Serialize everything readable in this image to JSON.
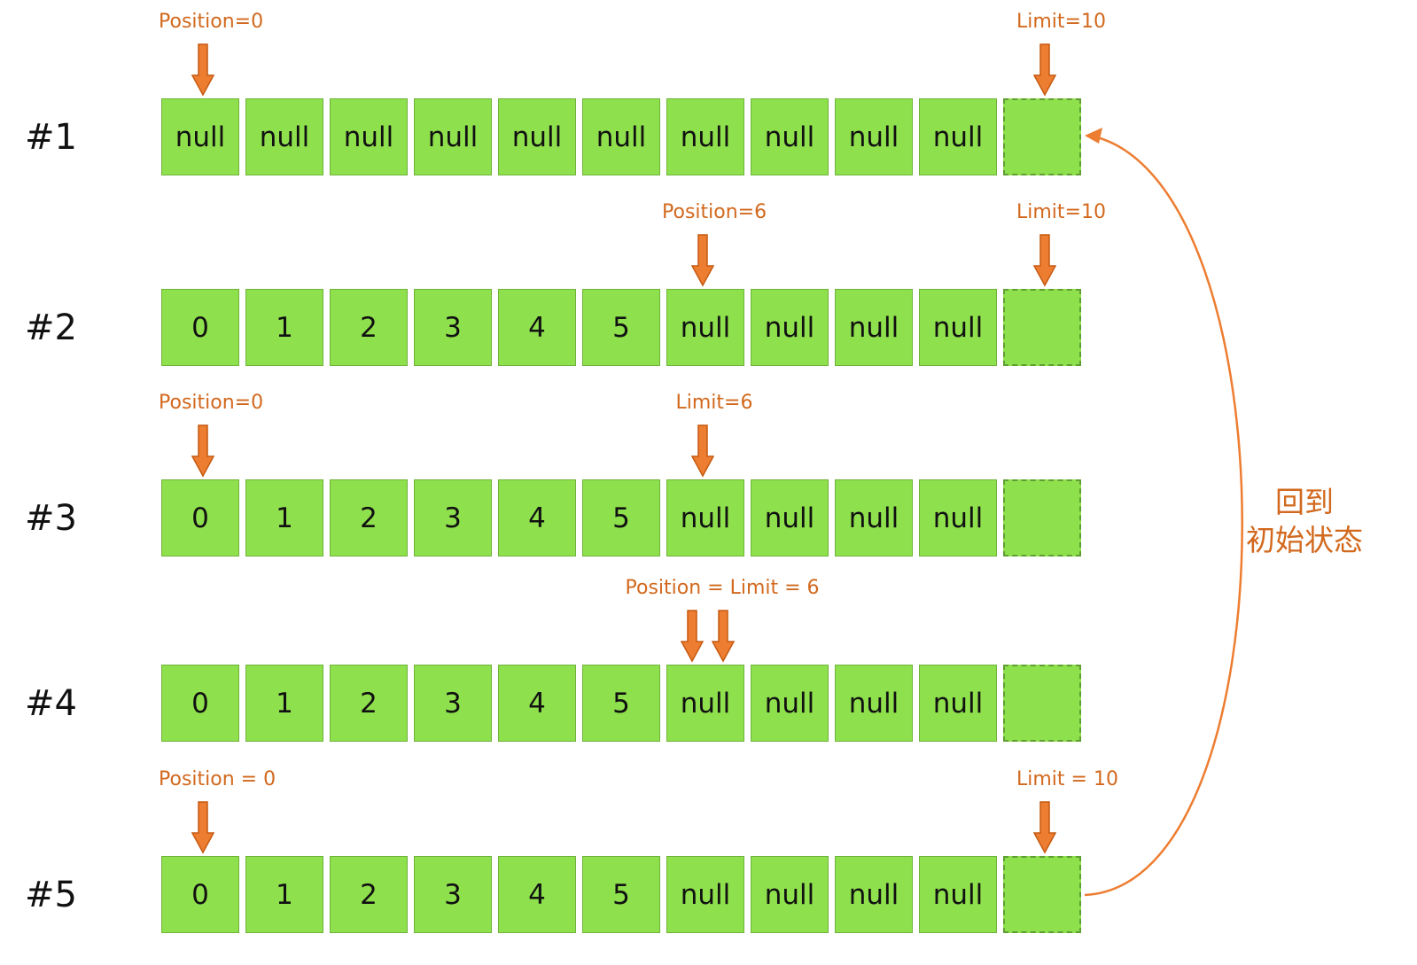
{
  "rows": [
    {
      "label": "#1",
      "cells": [
        "null",
        "null",
        "null",
        "null",
        "null",
        "null",
        "null",
        "null",
        "null",
        "null",
        ""
      ],
      "pointers": [
        {
          "text": "Position=0",
          "index": 0
        },
        {
          "text": "Limit=10",
          "index": 10
        }
      ]
    },
    {
      "label": "#2",
      "cells": [
        "0",
        "1",
        "2",
        "3",
        "4",
        "5",
        "null",
        "null",
        "null",
        "null",
        ""
      ],
      "pointers": [
        {
          "text": "Position=6",
          "index": 6
        },
        {
          "text": "Limit=10",
          "index": 10
        }
      ]
    },
    {
      "label": "#3",
      "cells": [
        "0",
        "1",
        "2",
        "3",
        "4",
        "5",
        "null",
        "null",
        "null",
        "null",
        ""
      ],
      "pointers": [
        {
          "text": "Position=0",
          "index": 0
        },
        {
          "text": "Limit=6",
          "index": 6
        }
      ]
    },
    {
      "label": "#4",
      "cells": [
        "0",
        "1",
        "2",
        "3",
        "4",
        "5",
        "null",
        "null",
        "null",
        "null",
        ""
      ],
      "pointers": [
        {
          "text": "Position = Limit = 6",
          "index": 6,
          "double": true
        }
      ]
    },
    {
      "label": "#5",
      "cells": [
        "0",
        "1",
        "2",
        "3",
        "4",
        "5",
        "null",
        "null",
        "null",
        "null",
        ""
      ],
      "pointers": [
        {
          "text": "Position = 0",
          "index": 0
        },
        {
          "text": "Limit = 10",
          "index": 10
        }
      ]
    }
  ],
  "note": {
    "line1": "回到",
    "line2": "初始状态"
  },
  "colors": {
    "cell_fill": "#8fe04d",
    "cell_border": "#6fb33a",
    "accent": "#d2691e",
    "arrow_fill": "#ed7d31",
    "arrow_stroke": "#c55a11"
  }
}
